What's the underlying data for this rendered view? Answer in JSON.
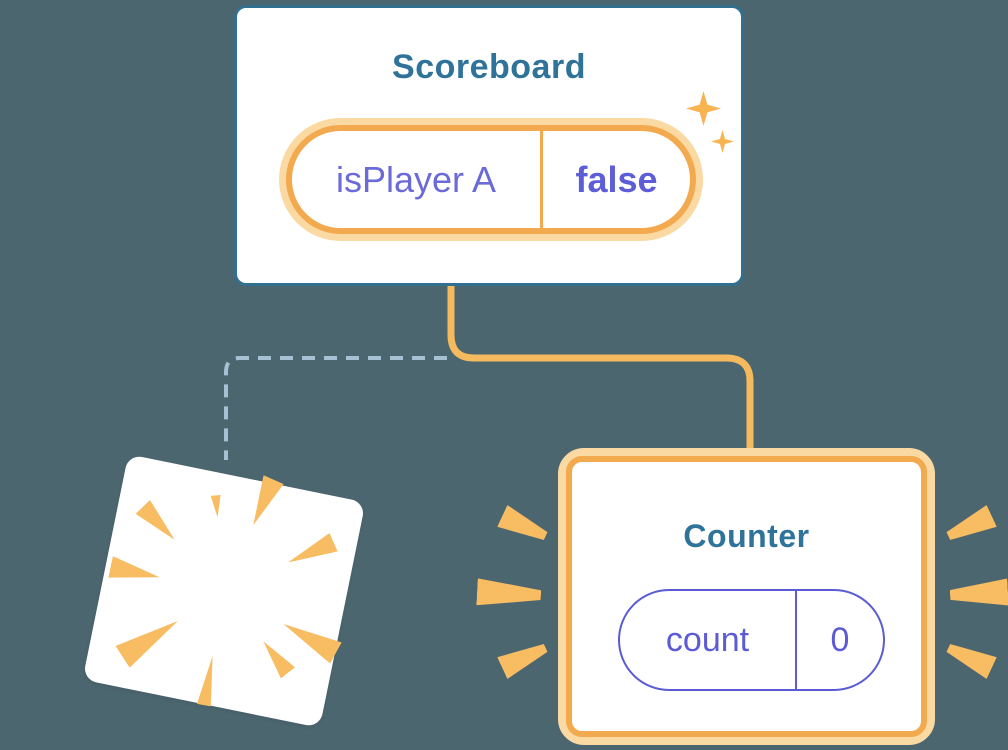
{
  "diagram_type": "react-state-tree",
  "theme": {
    "bg": "#4C6670",
    "card_border": "#31708F",
    "title": "#30739A",
    "orange": "#F3A94E",
    "orange_light": "#FBD9A2",
    "ray": "#F8BC62",
    "connector": "#F6BA5E",
    "dashed": "#A6C1D4",
    "sparkle": "#F7B451",
    "purple": "#6B6AD9",
    "purple_bold": "#5D5DD8",
    "pill_border": "#5B5BD6",
    "white": "#FFFFFF"
  },
  "scoreboard": {
    "title": "Scoreboard",
    "state": {
      "key": "isPlayer A",
      "value": "false"
    }
  },
  "counter": {
    "title": "Counter",
    "state": {
      "key": "count",
      "value": "0"
    }
  },
  "destroyed_component": {
    "label": "",
    "meaning": "unmounted-component-burst"
  }
}
